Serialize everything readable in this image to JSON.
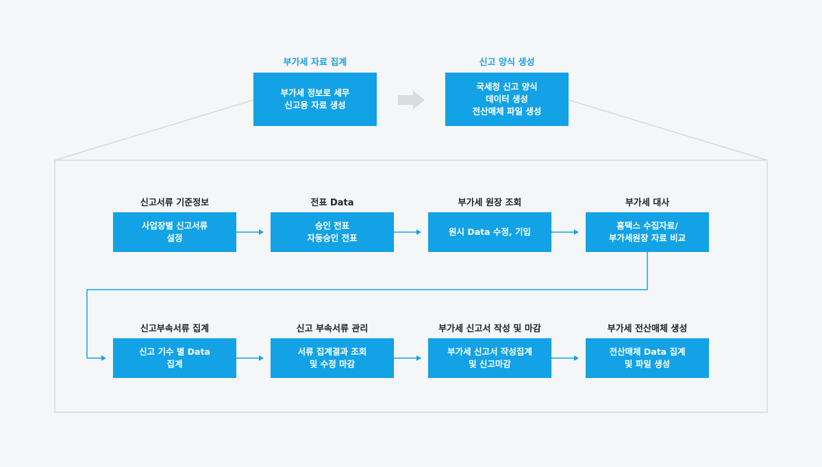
{
  "top": {
    "left": {
      "title": "부가세 자료 집계",
      "lines": [
        "부가세 정보로 세무",
        "신고용 자료 생성"
      ]
    },
    "right": {
      "title": "신고 양식 생성",
      "lines": [
        "국세청 신고 양식",
        "데이터 생성",
        "전산매체 파일 생성"
      ]
    }
  },
  "row1": [
    {
      "title": "신고서류 기준정보",
      "lines": [
        "사업장별 신고서류",
        "설정"
      ]
    },
    {
      "title": "전표 Data",
      "lines": [
        "승인 전표",
        "자동승인 전표"
      ]
    },
    {
      "title": "부가세 원장 조회",
      "lines": [
        "원시 Data 수정, 기입"
      ]
    },
    {
      "title": "부가세 대사",
      "lines": [
        "홈택스 수집자료/",
        "부가세원장 자료 비교"
      ]
    }
  ],
  "row2": [
    {
      "title": "신고부속서류 집계",
      "lines": [
        "신고 기수 별 Data",
        "집계"
      ]
    },
    {
      "title": "신고 부속서류 관리",
      "lines": [
        "서류 집계결과 조회",
        "및 수정 마감"
      ]
    },
    {
      "title": "부가세 신고서 작성 및 마감",
      "lines": [
        "부가세 신고서 작성집계",
        "및 신고마감"
      ]
    },
    {
      "title": "부가세 전산매체 생성",
      "lines": [
        "전산매체 Data 집계",
        "및 파일 생성"
      ]
    }
  ],
  "colors": {
    "box": "#12a2e5",
    "arrow": "#12a2e5",
    "frame": "#d5d8dc",
    "title_blue": "#1a9fe0"
  }
}
